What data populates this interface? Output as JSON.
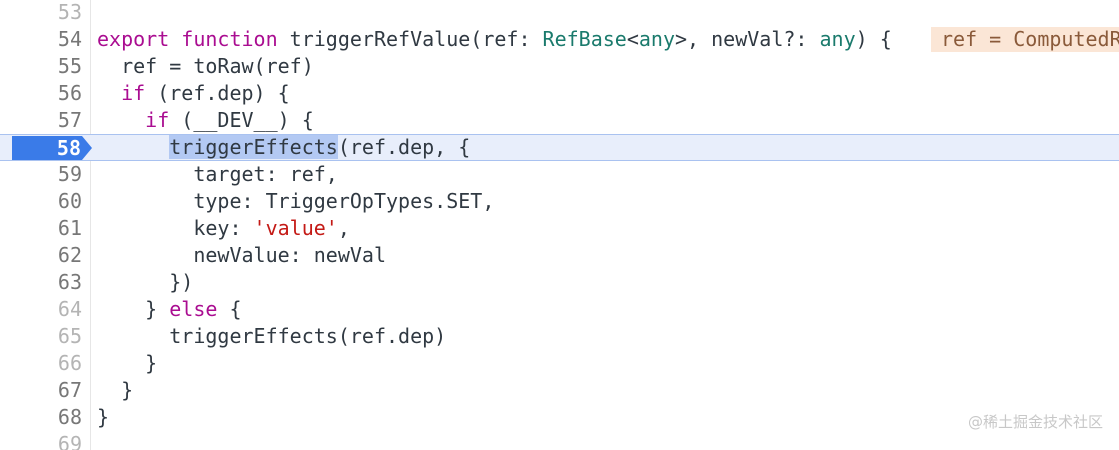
{
  "editor": {
    "lines": [
      {
        "num": "53",
        "dim": true
      },
      {
        "num": "54"
      },
      {
        "num": "55"
      },
      {
        "num": "56"
      },
      {
        "num": "57"
      },
      {
        "num": "58",
        "breakpoint": true
      },
      {
        "num": "59"
      },
      {
        "num": "60"
      },
      {
        "num": "61"
      },
      {
        "num": "62"
      },
      {
        "num": "63"
      },
      {
        "num": "64",
        "dim": true
      },
      {
        "num": "65",
        "dim": true
      },
      {
        "num": "66",
        "dim": true
      },
      {
        "num": "67"
      },
      {
        "num": "68"
      },
      {
        "num": "69",
        "dim": true
      }
    ],
    "code": {
      "l54_export": "export",
      "l54_function": "function",
      "l54_a": " triggerRefValue(ref: ",
      "l54_type1": "RefBase",
      "l54_b": "<",
      "l54_any1": "any",
      "l54_c": ">, newVal?: ",
      "l54_any2": "any",
      "l54_d": ") {",
      "l54_inline": "ref = ComputedRefImpl",
      "l55": "  ref = toRaw(ref)",
      "l56_kw": "if",
      "l56_rest": " (ref.dep) {",
      "l57_kw": "if",
      "l57_rest": " (__DEV__) {",
      "l58_hl": "triggerEffects",
      "l58_rest": "(ref.dep, {",
      "l59": "        target: ref,",
      "l60": "        type: TriggerOpTypes.SET,",
      "l61_a": "        key: ",
      "l61_str": "'value'",
      "l61_b": ",",
      "l62": "        newValue: newVal",
      "l63": "      })",
      "l64_a": "    } ",
      "l64_kw": "else",
      "l64_b": " {",
      "l65": "      triggerEffects(ref.dep)",
      "l66": "    }",
      "l67": "  }",
      "l68": "}"
    }
  },
  "watermark": "@稀土掘金技术社区",
  "colors": {
    "breakpoint": "#3a7be8",
    "active_line": "#e8eefb",
    "keyword": "#aa0d91",
    "type": "#1a7a6c",
    "string": "#c41a16",
    "inline_value_bg": "#fbe6d6"
  }
}
